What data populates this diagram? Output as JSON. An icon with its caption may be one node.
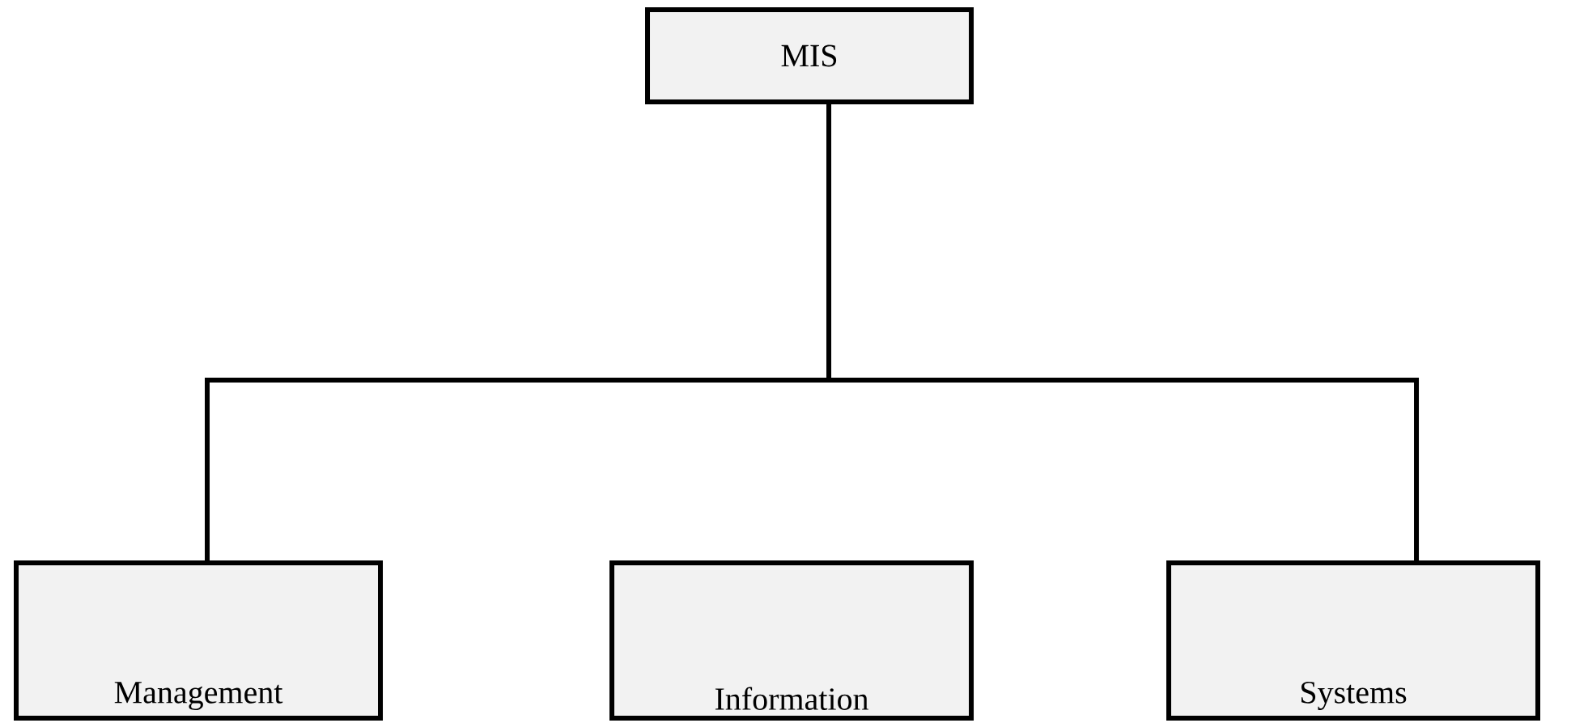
{
  "diagram": {
    "nodes": [
      {
        "text": [
          "MIS"
        ]
      },
      {
        "text": [
          "Management"
        ]
      },
      {
        "text": [
          "Information"
        ]
      },
      {
        "text": [
          "Systems"
        ]
      }
    ],
    "edges": [
      {
        "from": 0,
        "to": 1,
        "arrow": "none"
      },
      {
        "from": 0,
        "to": 3,
        "arrow": "none"
      }
    ]
  }
}
